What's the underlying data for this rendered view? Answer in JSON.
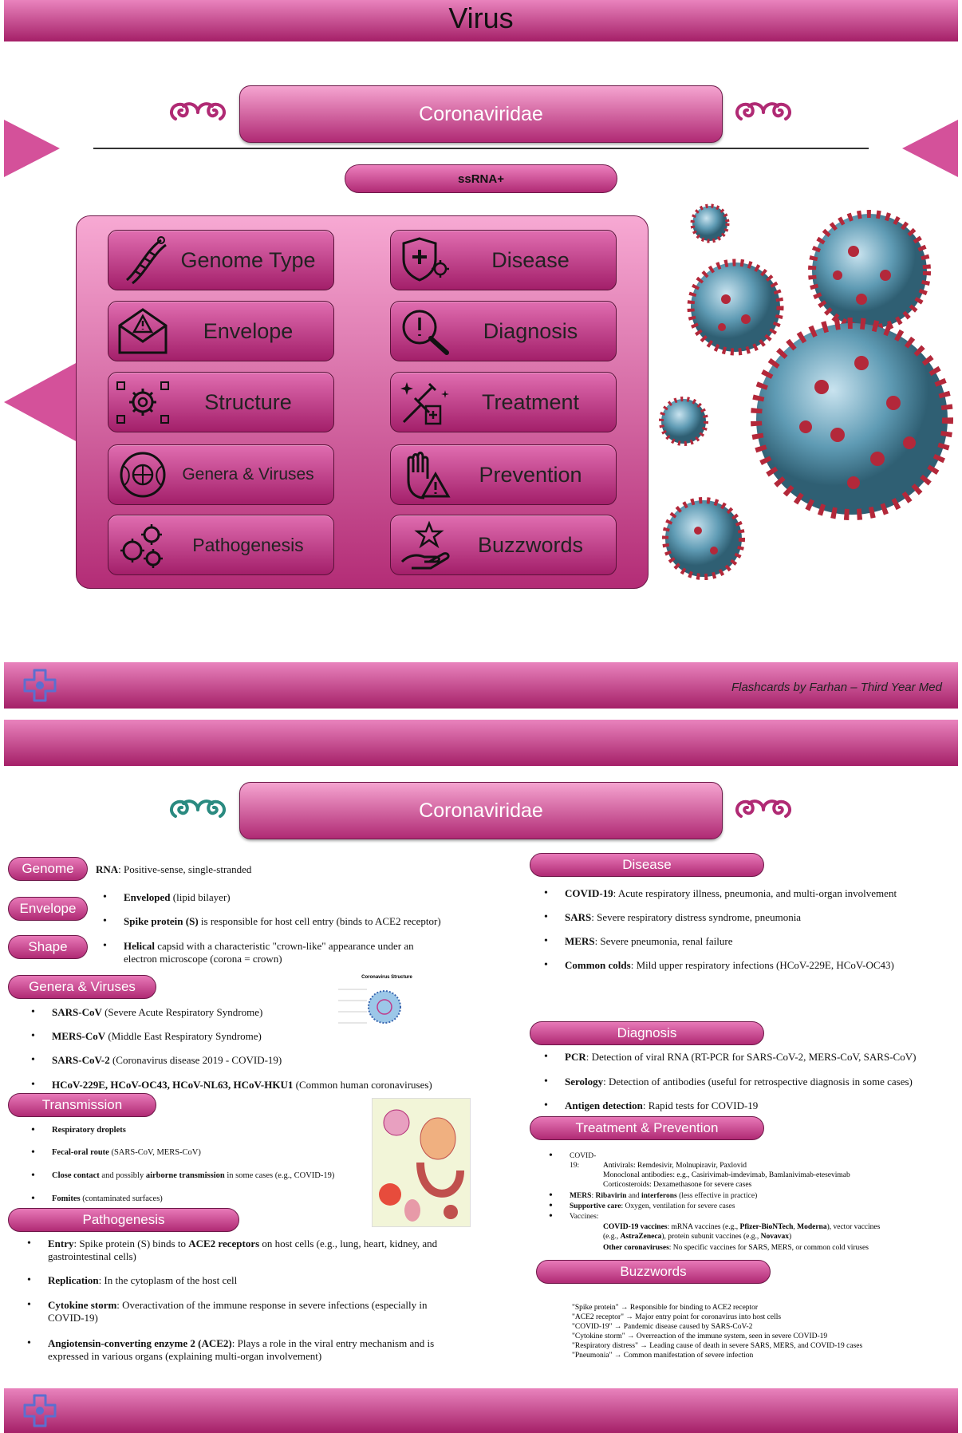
{
  "page1": {
    "title": "Virus",
    "family": "Coronaviridae",
    "genome_tag": "ssRNA+",
    "menu": [
      {
        "label": "Genome Type",
        "icon": "dna-icon"
      },
      {
        "label": "Disease",
        "icon": "shield-virus-icon"
      },
      {
        "label": "Envelope",
        "icon": "envelope-warning-icon"
      },
      {
        "label": "Diagnosis",
        "icon": "magnifier-warning-icon"
      },
      {
        "label": "Structure",
        "icon": "gear-circuit-icon"
      },
      {
        "label": "Treatment",
        "icon": "syringe-pills-icon"
      },
      {
        "label": "Genera & Viruses",
        "icon": "globe-virus-icon"
      },
      {
        "label": "Prevention",
        "icon": "hand-warning-icon"
      },
      {
        "label": "Pathogenesis",
        "icon": "virus-cluster-icon"
      },
      {
        "label": "Buzzwords",
        "icon": "hand-star-icon"
      }
    ],
    "footer": "Flashcards by Farhan – Third Year Med"
  },
  "page2": {
    "family": "Coronaviridae",
    "genome_label": "Genome",
    "genome_text_b": "RNA",
    "genome_text": ": Positive-sense, single-stranded",
    "envelope_label": "Envelope",
    "envelope_1b": "Enveloped",
    "envelope_1": " (lipid bilayer)",
    "envelope_2b": "Spike protein (S)",
    "envelope_2": " is responsible for host cell entry (binds to ACE2 receptor)",
    "shape_label": "Shape",
    "shape_b": "Helical",
    "shape_1": " capsid with a characteristic \"crown-like\" appearance under an",
    "shape_2": "electron microscope (corona = crown)",
    "genera_label": "Genera & Viruses",
    "genera": [
      {
        "b": "SARS-CoV",
        "t": " (Severe Acute Respiratory Syndrome)"
      },
      {
        "b": "MERS-CoV",
        "t": " (Middle East Respiratory Syndrome)"
      },
      {
        "b": "SARS-CoV-2",
        "t": " (Coronavirus disease 2019 - COVID-19)"
      },
      {
        "b": "HCoV-229E, HCoV-OC43, HCoV-NL63, HCoV-HKU1",
        "t": " (Common human coronaviruses)"
      }
    ],
    "structure_fig_title": "Coronavirus Structure",
    "transmission_label": "Transmission",
    "transmission": [
      {
        "b": "Respiratory droplets",
        "t": ""
      },
      {
        "b": "Fecal-oral route",
        "t": " (SARS-CoV, MERS-CoV)"
      },
      {
        "b": "Close contact",
        "t": " and possibly ",
        "b2": "airborne transmission",
        "t2": " in some cases (e.g., COVID-19)"
      },
      {
        "b": "Fomites",
        "t": " (contaminated surfaces)"
      }
    ],
    "pathogenesis_label": "Pathogenesis",
    "pathogenesis": [
      {
        "b": "Entry",
        "t": ": Spike protein (S) binds to ",
        "b2": "ACE2 receptors",
        "t2": " on host cells (e.g., lung, heart, kidney, and",
        "l2": "gastrointestinal cells)"
      },
      {
        "b": "Replication",
        "t": ": In the cytoplasm of the host cell"
      },
      {
        "b": "Cytokine storm",
        "t": ": Overactivation of the immune response in severe infections (especially in",
        "l2": "COVID-19)"
      },
      {
        "b": "Angiotensin-converting enzyme 2 (ACE2)",
        "t": ": Plays a role in the viral entry mechanism and is",
        "l2": "expressed in various organs (explaining multi-organ involvement)"
      }
    ],
    "disease_label": "Disease",
    "disease": [
      {
        "b": "COVID-19",
        "t": ": Acute respiratory illness, pneumonia, and multi-organ involvement"
      },
      {
        "b": "SARS",
        "t": ": Severe respiratory distress syndrome, pneumonia"
      },
      {
        "b": "MERS",
        "t": ": Severe pneumonia, renal failure"
      },
      {
        "b": "Common colds",
        "t": ": Mild upper respiratory infections (HCoV-229E, HCoV-OC43)"
      }
    ],
    "diagnosis_label": "Diagnosis",
    "diagnosis": [
      {
        "b": "PCR",
        "t": ": Detection of viral RNA (RT-PCR for SARS-CoV-2, MERS-CoV, SARS-CoV)"
      },
      {
        "b": "Serology",
        "t": ": Detection of antibodies (useful for retrospective diagnosis in some cases)"
      },
      {
        "b": "Antigen detection",
        "t": ": Rapid tests for COVID-19"
      }
    ],
    "treatment_label": "Treatment & Prevention",
    "treatment": {
      "covid": "COVID-19:",
      "covid_sub": [
        "Antivirals: Remdesivir, Molnupiravir, Paxlovid",
        "Monoclonal antibodies: e.g., Casirivimab-imdevimab, Bamlanivimab-etesevimab",
        "Corticosteroids: Dexamethasone for severe cases"
      ],
      "mers_b": "MERS",
      "mers_t": ": ",
      "mers_b2": "Ribavirin",
      "mers_t2": " and ",
      "mers_b3": "interferons",
      "mers_t3": " (less effective in practice)",
      "support_b": "Supportive care",
      "support_t": ": Oxygen, ventilation for severe cases",
      "vaccines": "Vaccines:",
      "vac1_b": "COVID-19 vaccines",
      "vac1_t": ": mRNA vaccines (e.g., ",
      "vac1_b2": "Pfizer-BioNTech",
      "vac1_t2": ", ",
      "vac1_b3": "Moderna",
      "vac1_t3": "), vector vaccines",
      "vac1_l2a": "(e.g., ",
      "vac1_l2b": "AstraZeneca",
      "vac1_l2c": "), protein subunit vaccines (e.g., ",
      "vac1_l2d": "Novavax",
      "vac1_l2e": ")",
      "vac2_b": "Other coronaviruses",
      "vac2_t": ": No specific vaccines for SARS, MERS, or common cold viruses"
    },
    "buzzwords_label": "Buzzwords",
    "buzzwords": [
      "\"Spike protein\" → Responsible for binding to ACE2 receptor",
      "\"ACE2 receptor\" → Major entry point for coronavirus into host cells",
      "\"COVID-19\" → Pandemic disease caused by SARS-CoV-2",
      "\"Cytokine storm\" → Overreaction of the immune system, seen in severe COVID-19",
      "\"Respiratory distress\" → Leading cause of death in severe SARS, MERS, and COVID-19 cases",
      "\"Pneumonia\" → Common manifestation of severe infection"
    ]
  },
  "colors": {
    "primary": "#b02a74",
    "light": "#f5a4d0",
    "dark": "#6d1748",
    "swirl_page1": "#b02a74",
    "swirl_page2": "#2a8a80"
  }
}
